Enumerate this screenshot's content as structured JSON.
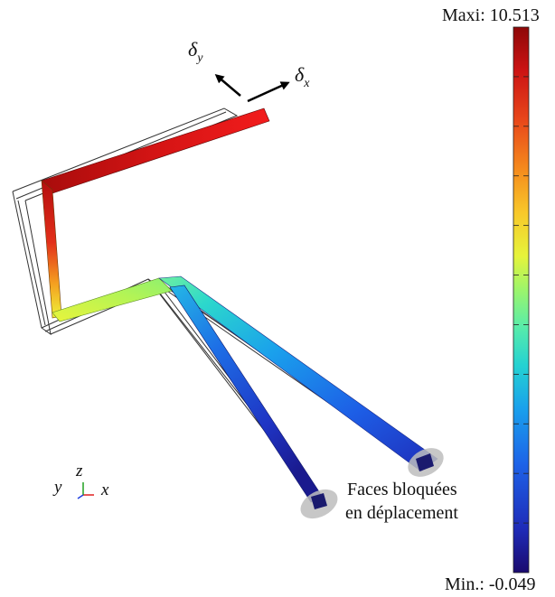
{
  "colorbar": {
    "max_label": "Maxi: 10.513",
    "min_label": "Min.: -0.049",
    "stops": [
      "#1a0a6e",
      "#1f2bb8",
      "#1d63e8",
      "#1aa0ec",
      "#24d2d2",
      "#58ecaa",
      "#9ef56a",
      "#e6f43b",
      "#f8c82a",
      "#f58a1d",
      "#e8471a",
      "#cc1414",
      "#8e0808"
    ]
  },
  "arrows": {
    "delta_y_symbol": "δ",
    "delta_y_subscript": "y",
    "delta_x_symbol": "δ",
    "delta_x_subscript": "x"
  },
  "annotation": {
    "line1": "Faces bloquées",
    "line2": "en déplacement"
  },
  "triad": {
    "x": "x",
    "y": "y",
    "z": "z"
  }
}
